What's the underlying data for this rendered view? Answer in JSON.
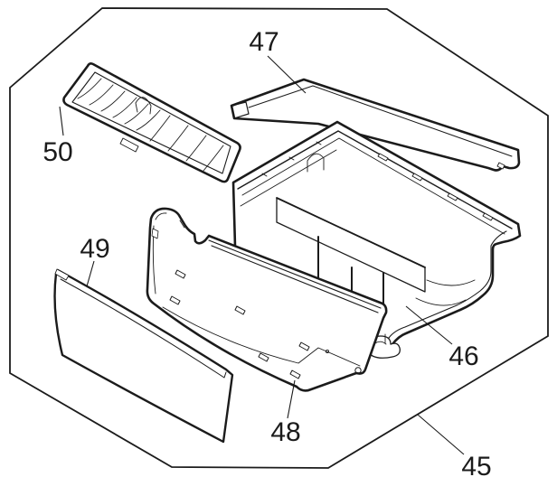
{
  "diagram": {
    "kind": "exploded-parts-diagram",
    "background_color": "#ffffff",
    "line_color": "#1b1b1b",
    "parts": [
      {
        "label": "45"
      },
      {
        "label": "46"
      },
      {
        "label": "47"
      },
      {
        "label": "48"
      },
      {
        "label": "49"
      },
      {
        "label": "50"
      }
    ]
  }
}
